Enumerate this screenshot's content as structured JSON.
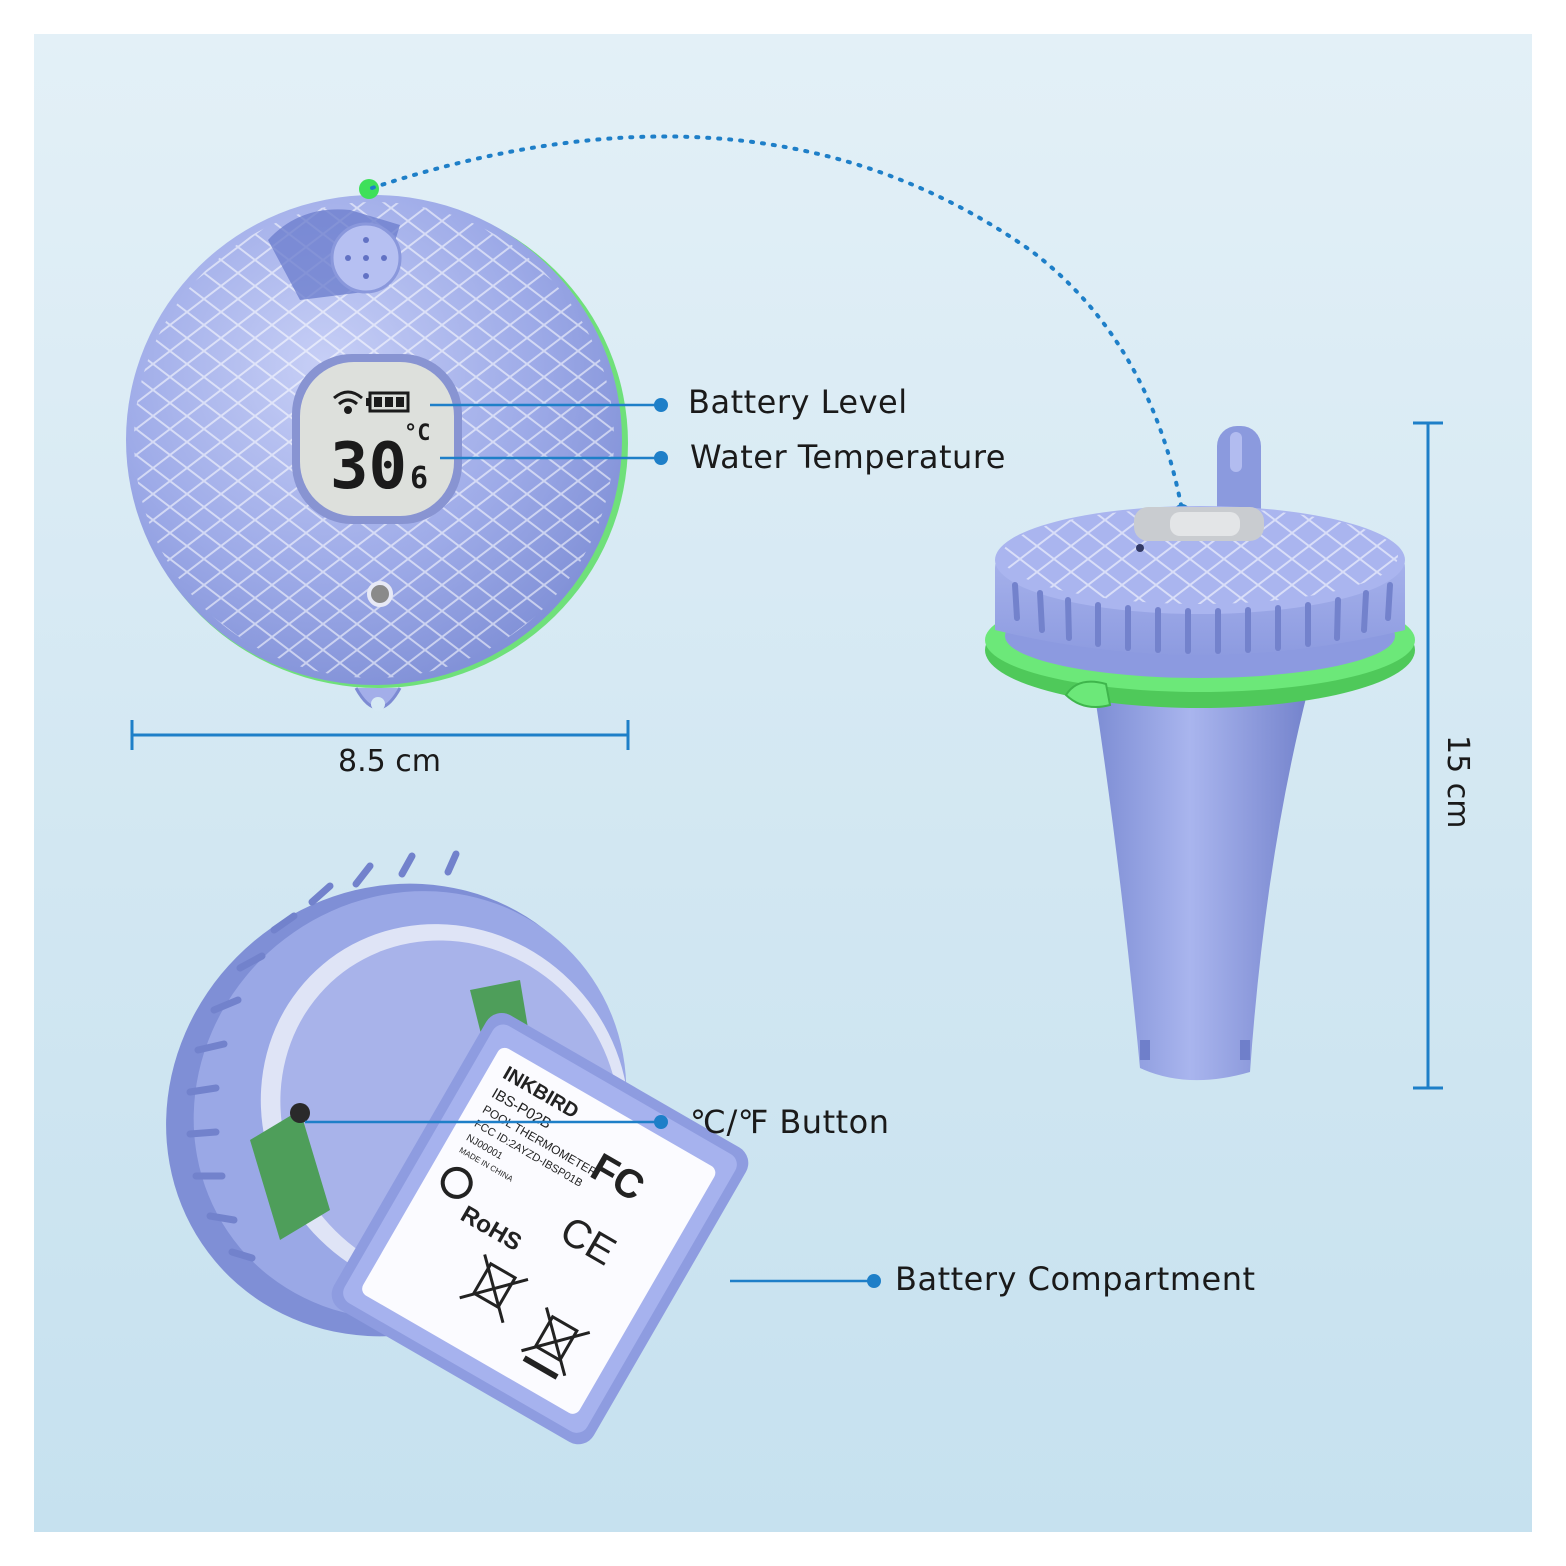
{
  "callouts": {
    "battery_level": "Battery Level",
    "water_temperature": "Water Temperature",
    "unit_button": "℃/℉ Button",
    "battery_compartment": "Battery Compartment"
  },
  "dimensions": {
    "diameter": "8.5 cm",
    "height": "15 cm"
  },
  "lcd": {
    "temperature_main": "30",
    "temperature_decimal": "6",
    "unit": "°C"
  },
  "label_plate": {
    "brand": "INKBIRD",
    "model": "IBS-P02B",
    "product": "POOL THERMOMETER",
    "fcc_id": "FCC ID:2AYZD-IBSP01B",
    "serial": "NJ00001",
    "origin": "MADE IN CHINA",
    "marks": [
      "FC",
      "CE",
      "RoHS"
    ]
  },
  "colors": {
    "body": "#9aa8e6",
    "body_shade": "#7f8fd6",
    "ring": "#5ee06a",
    "line": "#1e7fc8",
    "lcd": "#d9dcd8"
  }
}
